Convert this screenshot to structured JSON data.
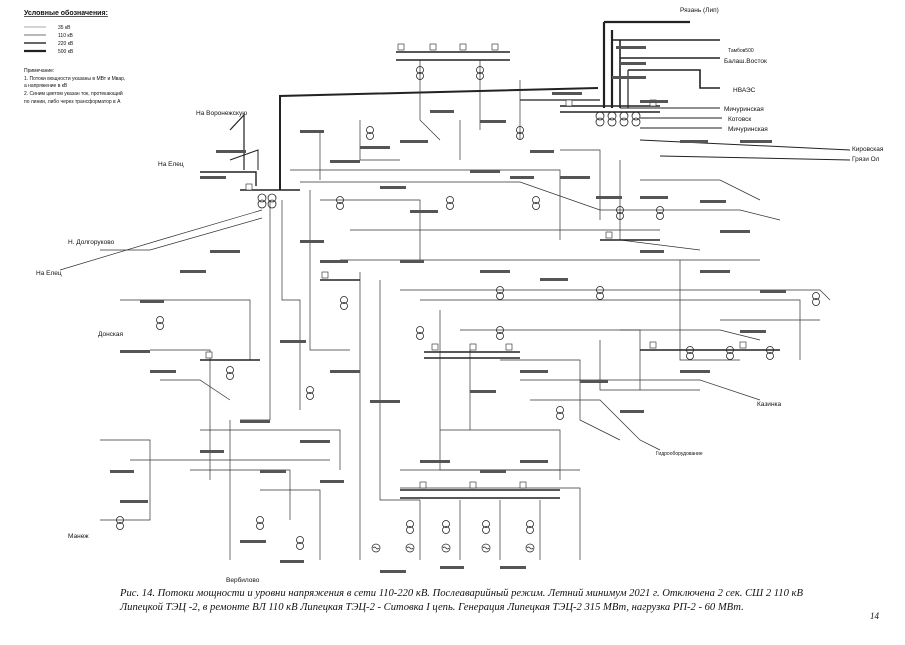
{
  "legend": {
    "title": "Условные обозначения:",
    "items": [
      {
        "label": "35 кВ",
        "stroke": "#333333"
      },
      {
        "label": "110 кВ",
        "stroke": "#333333"
      },
      {
        "label": "220 кВ",
        "stroke": "#333333"
      },
      {
        "label": "500 кВ",
        "stroke": "#333333"
      }
    ],
    "notes": [
      "Примечание:",
      "1. Потоки мощности указаны в МВт и Мвар,",
      "а напряжение в кВ",
      "2. Синим цветом указан ток, протекающий",
      "по линии, либо через трансформатор в А"
    ]
  },
  "directions": {
    "ryazan": "Рязань (Лип)",
    "tambov500": "Тамбов500",
    "balash": "Балаш.Восток",
    "nvaes": "НВАЭС",
    "michurinsk": "Мичуринская",
    "kotovsk": "Котовск",
    "michurinsk2": "Мичуринская",
    "kirovsk": "Кировская",
    "gryazi": "Грязи Ол",
    "voronezh": "На Воронежскую",
    "elets1": "На Елец",
    "elets2": "На Елец",
    "dolgor": "Н. Долгоруково",
    "donskaya": "Донская",
    "kazinka": "Казинка",
    "gidro": "Гидрооборудование",
    "verhoilovo": "Вербилово",
    "manezh": "Манеж"
  },
  "caption": "Рис. 14. Потоки мощности и уровни напряжения в сети 110-220 кВ. Послеаварийный режим. Летний минимум  2021  г. Отключена 2 сек. СШ  2  110 кВ Липецкой ТЭЦ -2, в ремонте ВЛ 110 кВ Липецкая ТЭЦ-2 - Ситовка  I цепь. Генерация Липецкая ТЭЦ-2 315 МВт, нагрузка РП-2 - 60 МВт.",
  "page_number": "14"
}
